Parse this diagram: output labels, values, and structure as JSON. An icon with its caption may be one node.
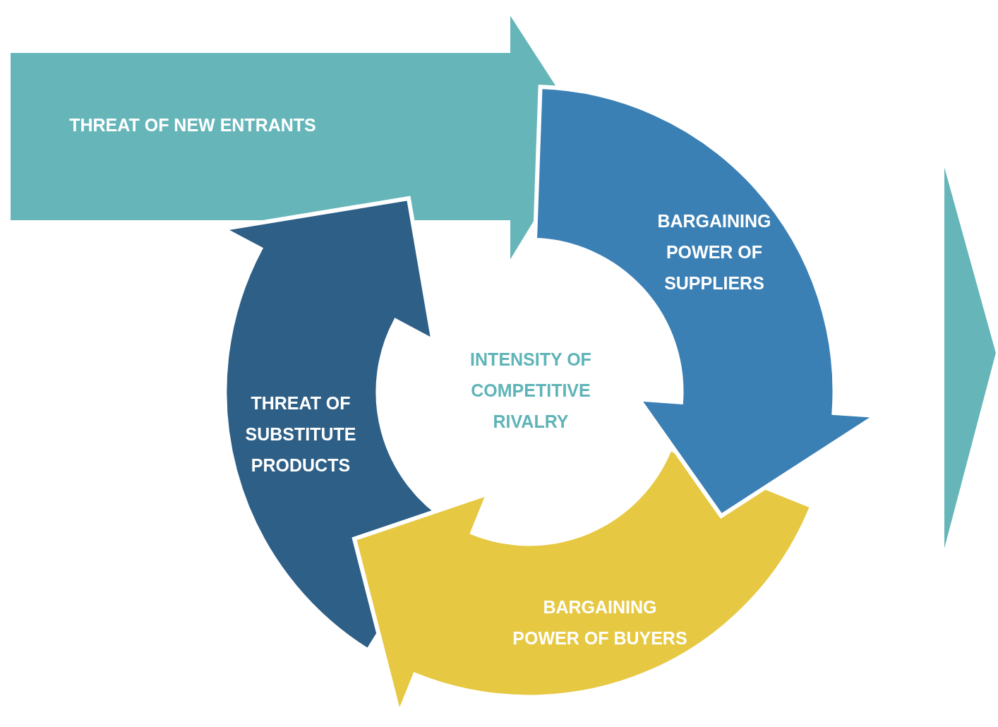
{
  "diagram": {
    "nodes": [
      {
        "text": [
          "THREAT OF NEW ENTRANTS"
        ]
      },
      {
        "text": [
          "BARGAINING POWER OF SUPPLIERS"
        ]
      },
      {
        "text": [
          "INTENSITY OF COMPETITIVE RIVALRY"
        ]
      },
      {
        "text": [
          "THREAT OF SUBSTITUTE PRODUCTS"
        ]
      },
      {
        "text": [
          "BARGAINING POWER OF BUYERS"
        ]
      },
      {
        "text": [],
        "shape": "triangle"
      }
    ]
  }
}
